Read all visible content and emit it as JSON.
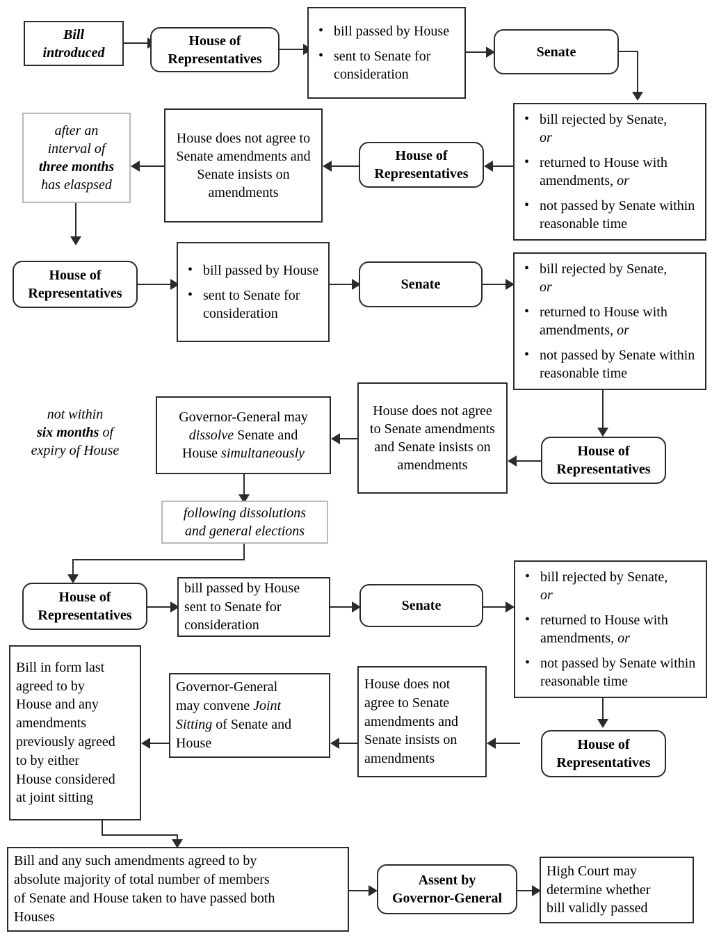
{
  "diagram": {
    "title": "Passage of a Bill and Double Dissolution Process",
    "type": "flowchart"
  },
  "nodes": {
    "bill_introduced": {
      "text": "Bill\nintroduced",
      "style": "rect-italic-bold"
    },
    "hor_1": {
      "text": "House of\nRepresentatives",
      "style": "rounded-bold"
    },
    "passed_1": {
      "bullets": [
        "bill passed by House",
        "sent to Senate for consideration"
      ],
      "style": "rect-bullets"
    },
    "senate_1": {
      "text": "Senate",
      "style": "rounded-bold"
    },
    "rejected_1": {
      "bullets": [
        "bill rejected by Senate, or",
        "returned to House with amendments, or",
        "not passed by Senate within reasonable time"
      ],
      "style": "rect-bullets"
    },
    "three_months": {
      "lines": [
        "after an",
        "interval of",
        "three months",
        "has elaspsed"
      ],
      "bold_line_index": 2,
      "style": "rect-faint-italic"
    },
    "house_disagree_1": {
      "text": "House does not agree to Senate amendments and Senate insists on amendments",
      "style": "rect"
    },
    "hor_2": {
      "text": "House of\nRepresentatives",
      "style": "rounded-bold"
    },
    "hor_3": {
      "text": "House of\nRepresentatives",
      "style": "rounded-bold"
    },
    "passed_2": {
      "bullets": [
        "bill passed by House",
        "sent to Senate for consideration"
      ],
      "style": "rect-bullets"
    },
    "senate_2": {
      "text": "Senate",
      "style": "rounded-bold"
    },
    "rejected_2": {
      "bullets": [
        "bill rejected by Senate, or",
        "returned to House with amendments, or",
        "not passed by Senate within reasonable time"
      ],
      "style": "rect-bullets"
    },
    "six_months": {
      "lines": [
        "not within",
        "six months of",
        "expiry of House"
      ],
      "bold_fragment": "six months",
      "style": "plain-italic-noborder"
    },
    "dissolve": {
      "text": "Governor-General may dissolve Senate and House simultaneously",
      "italic_words": [
        "dissolve",
        "simultaneously"
      ],
      "style": "rect"
    },
    "house_disagree_2": {
      "text": "House does not agree to Senate amendments and Senate insists on amendments",
      "style": "rect"
    },
    "hor_4": {
      "text": "House of\nRepresentatives",
      "style": "rounded-bold"
    },
    "following_dissolutions": {
      "lines": [
        "following dissolutions",
        "and general elections"
      ],
      "style": "rect-faint-italic"
    },
    "hor_5": {
      "text": "House of\nRepresentatives",
      "style": "rounded-bold"
    },
    "passed_3": {
      "lines": [
        "bill passed by House",
        "sent to Senate for",
        "consideration"
      ],
      "style": "rect-plain-left"
    },
    "senate_3": {
      "text": "Senate",
      "style": "rounded-bold"
    },
    "rejected_3": {
      "bullets": [
        "bill rejected by Senate, or",
        "returned to House with amendments, or",
        "not passed by Senate within reasonable time"
      ],
      "style": "rect-bullets"
    },
    "bill_form_last": {
      "lines": [
        "Bill in form last",
        "agreed to by",
        "House and any",
        "amendments",
        "previously agreed",
        "to by either",
        "House considered",
        "at joint sitting"
      ],
      "style": "rect-plain-left"
    },
    "joint_sitting": {
      "lines": [
        "Governor-General",
        "may convene Joint",
        "Sitting of Senate and",
        "House"
      ],
      "italic_words": [
        "Joint",
        "Sitting"
      ],
      "style": "rect-plain-left"
    },
    "house_disagree_3": {
      "text": "House does not agree to Senate amendments and Senate insists on amendments",
      "style": "rect-plain-left"
    },
    "hor_6": {
      "text": "House of\nRepresentatives",
      "style": "rounded-bold"
    },
    "passed_both": {
      "lines": [
        "Bill and any such amendments agreed to by",
        "absolute majority of total number of members",
        "of Senate and House taken to have passed both",
        "Houses"
      ],
      "style": "rect-plain-left"
    },
    "assent": {
      "text": "Assent by\nGovernor-General",
      "style": "rounded-bold"
    },
    "high_court": {
      "lines": [
        "High Court may",
        "determine whether",
        "bill validly passed"
      ],
      "style": "rect-plain-left"
    }
  },
  "text": {
    "bill_introduced_l1": "Bill",
    "bill_introduced_l2": "introduced",
    "house_of": "House of",
    "representatives": "Representatives",
    "senate": "Senate",
    "bullet_passed_1": "bill passed by House",
    "bullet_passed_2": "sent to Senate for consideration",
    "bullet_rej_1": "bill rejected by Senate,",
    "bullet_rej_1b": "or",
    "bullet_rej_2": "returned to House with amendments,",
    "bullet_rej_2b": "or",
    "bullet_rej_3": "not passed by Senate within reasonable time",
    "tm_l1": "after an",
    "tm_l2": "interval of",
    "tm_l3": "three months",
    "tm_l4": "has elaspsed",
    "house_disagree": "House does not agree to Senate amendments and Senate insists on amendments",
    "sm_l1": "not within",
    "sm_l2a": "six months",
    "sm_l2b": "of",
    "sm_l3": "expiry of House",
    "dissolve_l1": "Governor-General may",
    "dissolve_l2a": "dissolve",
    "dissolve_l2b": "Senate and",
    "dissolve_l3a": "House",
    "dissolve_l3b": "simultaneously",
    "fd_l1": "following dissolutions",
    "fd_l2": "and general elections",
    "p3_l1": "bill passed by House",
    "p3_l2": "sent to Senate for",
    "p3_l3": "consideration",
    "bfl_l1": "Bill in form last",
    "bfl_l2": "agreed to by",
    "bfl_l3": "House and any",
    "bfl_l4": "amendments",
    "bfl_l5": "previously agreed",
    "bfl_l6": "to by either",
    "bfl_l7": "House considered",
    "bfl_l8": "at joint sitting",
    "js_l1": "Governor-General",
    "js_l2a": "may convene",
    "js_l2b": "Joint",
    "js_l3a": "Sitting",
    "js_l3b": "of Senate and",
    "js_l4": "House",
    "hd_l1": "House does not",
    "hd_l2": "agree to Senate",
    "hd_l3": "amendments and",
    "hd_l4": "Senate insists on",
    "hd_l5": "amendments",
    "pb_l1": "Bill and any such amendments agreed to by",
    "pb_l2": "absolute majority of total number of members",
    "pb_l3": "of Senate and House taken to have passed both",
    "pb_l4": "Houses",
    "assent_l1": "Assent by",
    "assent_l2": "Governor-General",
    "hc_l1": "High Court may",
    "hc_l2": "determine whether",
    "hc_l3": "bill validly passed"
  },
  "colors": {
    "stroke": "#2b2b2b",
    "faint_stroke": "#b9b9b9",
    "background": "#ffffff",
    "text": "#000000"
  }
}
